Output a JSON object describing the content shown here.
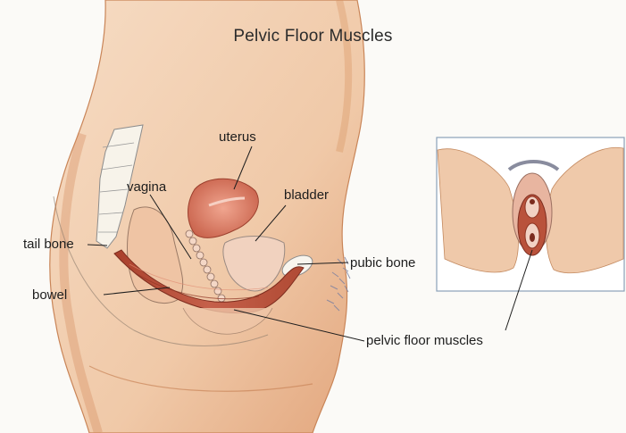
{
  "title": "Pelvic Floor Muscles",
  "labels": {
    "uterus": "uterus",
    "vagina": "vagina",
    "bladder": "bladder",
    "tail_bone": "tail bone",
    "pubic_bone": "pubic bone",
    "bowel": "bowel",
    "pelvic_floor_muscles": "pelvic floor muscles"
  },
  "colors": {
    "skin": "#f3d4b8",
    "skin_shadow": "#d99a6a",
    "muscle": "#b9523b",
    "muscle_light": "#d87a5f",
    "organ": "#f0c9ae",
    "bone": "#f7f3ea",
    "hair": "#6b6f86",
    "inset_border": "#8aa0b8"
  }
}
